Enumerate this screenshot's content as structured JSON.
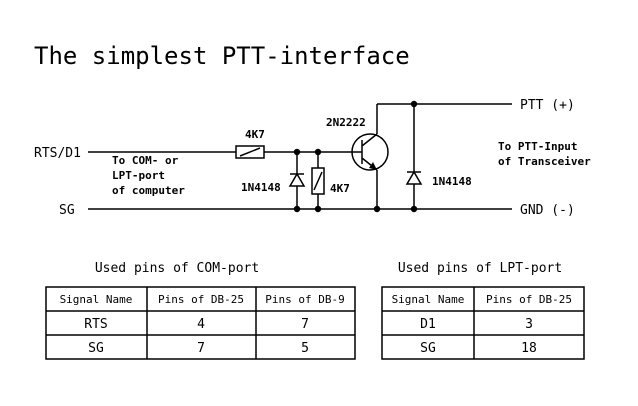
{
  "title": "The simplest PTT-interface",
  "circuit": {
    "input_label": "RTS/D1",
    "ground_label": "SG",
    "ptt_label": "PTT (+)",
    "gnd_label": "GND (-)",
    "resistor_series": "4K7",
    "resistor_shunt": "4K7",
    "transistor": "2N2222",
    "diode_left": "1N4148",
    "diode_right": "1N4148",
    "note_computer": [
      "To COM- or",
      "LPT-port",
      "of computer"
    ],
    "note_transceiver": [
      "To PTT-Input",
      "of Transceiver"
    ]
  },
  "com_table": {
    "caption": "Used pins of COM-port",
    "headers": [
      "Signal Name",
      "Pins of DB-25",
      "Pins of DB-9"
    ],
    "rows": [
      [
        "RTS",
        "4",
        "7"
      ],
      [
        "SG",
        "7",
        "5"
      ]
    ]
  },
  "lpt_table": {
    "caption": "Used pins of LPT-port",
    "headers": [
      "Signal Name",
      "Pins of DB-25"
    ],
    "rows": [
      [
        "D1",
        "3"
      ],
      [
        "SG",
        "18"
      ]
    ]
  }
}
